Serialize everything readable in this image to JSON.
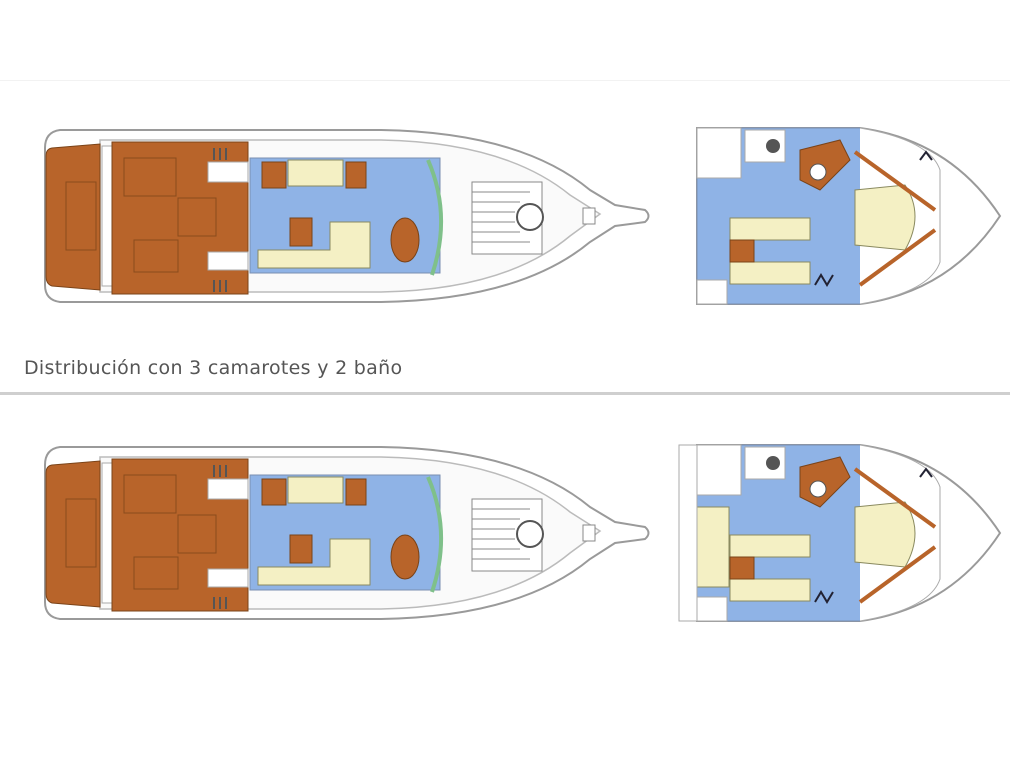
{
  "caption": "Distribución con 3 camarotes y 2 baño",
  "plans": [
    {
      "deck": "main-deck",
      "variant": "upper"
    },
    {
      "deck": "lower-deck",
      "variant": "upper"
    },
    {
      "deck": "main-deck",
      "variant": "lower"
    },
    {
      "deck": "lower-deck",
      "variant": "lower"
    }
  ],
  "colors": {
    "teak": "#b8642a",
    "saloon": "#8fb3e6",
    "upholstery": "#f4f0c4",
    "hull": "#ffffff",
    "outline": "#9a9a9a",
    "glass": "#7fc08a"
  }
}
